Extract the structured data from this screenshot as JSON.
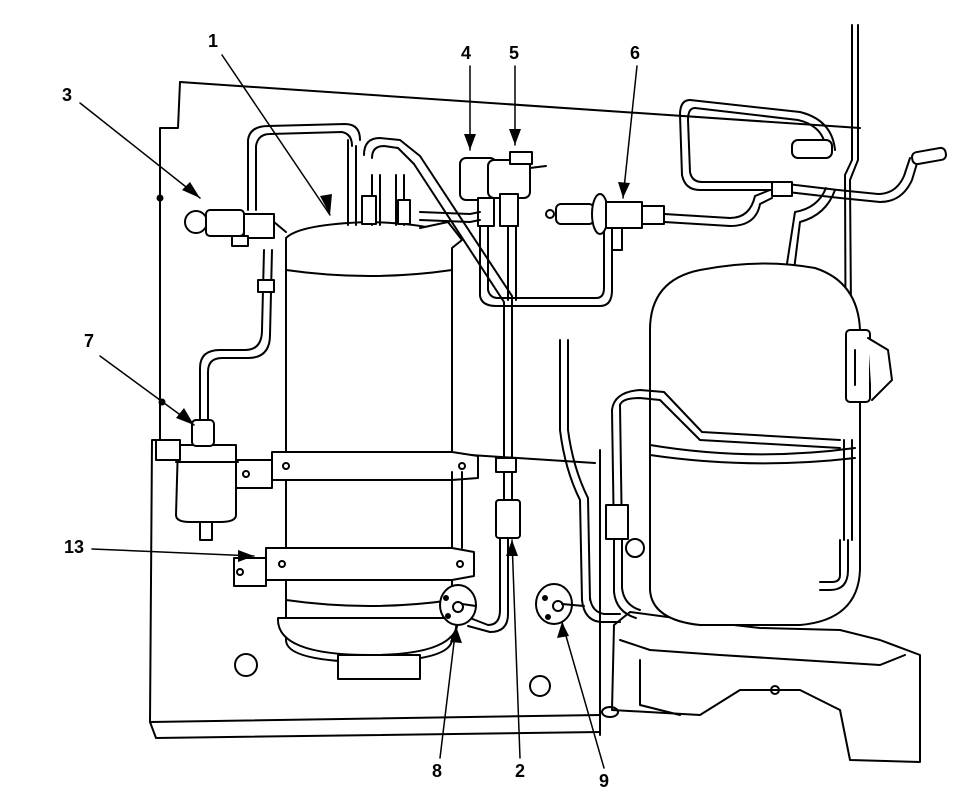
{
  "figure": {
    "callouts": {
      "c1": "1",
      "c2": "2",
      "c3": "3",
      "c4": "4",
      "c5": "5",
      "c6": "6",
      "c7": "7",
      "c8": "8",
      "c9": "9",
      "c13": "13"
    }
  },
  "colors": {
    "line": "#000000",
    "fill": "#ffffff",
    "shade": "#d9d9d9"
  }
}
